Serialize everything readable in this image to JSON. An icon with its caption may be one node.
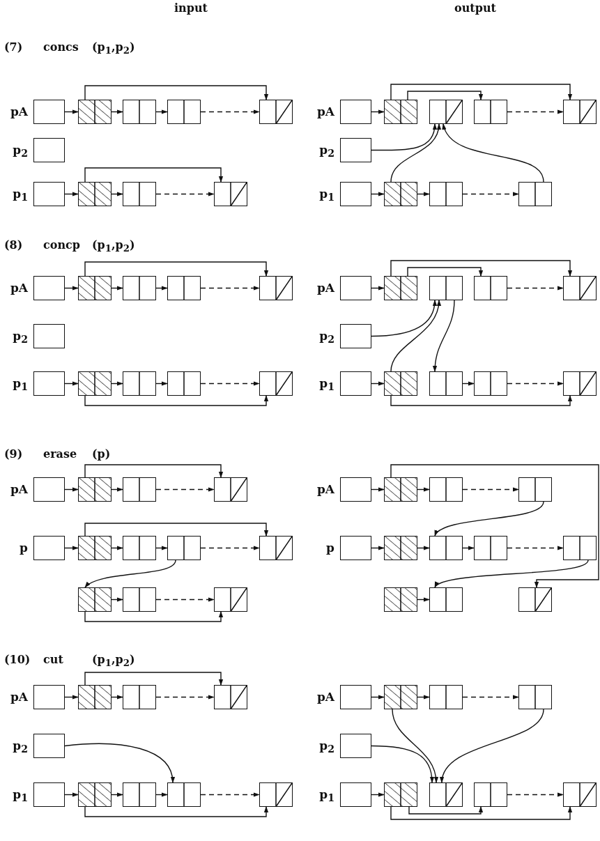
{
  "diagram": {
    "nodes": [
      {
        "text": [],
        "shape": "box",
        "beside": [
          "pA"
        ]
      },
      {
        "text": [],
        "shape": "box"
      },
      {
        "text": [],
        "shape": "box"
      },
      {
        "text": [],
        "shape": "box"
      },
      {
        "text": [],
        "shape": "box"
      },
      {
        "text": [],
        "shape": "box",
        "beside": [
          "p$_{2}$"
        ]
      },
      {
        "text": [],
        "shape": "box",
        "beside": [
          "p$_{1}$"
        ]
      },
      {
        "text": [],
        "shape": "box"
      },
      {
        "text": [],
        "shape": "box"
      },
      {
        "text": [],
        "shape": "box"
      },
      {
        "text": [],
        "shape": "box",
        "beside": [
          "pA"
        ]
      },
      {
        "text": [],
        "shape": "box"
      },
      {
        "text": [],
        "shape": "box"
      },
      {
        "text": [],
        "shape": "box"
      },
      {
        "text": [],
        "shape": "box"
      },
      {
        "text": [],
        "shape": "box",
        "beside": [
          "p$_{2}$"
        ]
      },
      {
        "text": [],
        "shape": "box",
        "beside": [
          "p$_{1}$"
        ]
      },
      {
        "text": [],
        "shape": "box"
      },
      {
        "text": [],
        "shape": "box"
      },
      {
        "text": [],
        "shape": "box"
      },
      {
        "text": [],
        "shape": "box",
        "beside": [
          "pA"
        ]
      },
      {
        "text": [],
        "shape": "box"
      },
      {
        "text": [],
        "shape": "box"
      },
      {
        "text": [],
        "shape": "box"
      },
      {
        "text": [],
        "shape": "box"
      },
      {
        "text": [],
        "shape": "box",
        "beside": [
          "p$_{2}$"
        ]
      },
      {
        "text": [],
        "shape": "box",
        "beside": [
          "p$_{1}$"
        ]
      },
      {
        "text": [],
        "shape": "box"
      },
      {
        "text": [],
        "shape": "box"
      },
      {
        "text": [],
        "shape": "box"
      },
      {
        "text": [],
        "shape": "box"
      },
      {
        "text": [],
        "shape": "box",
        "beside": [
          "pA"
        ]
      },
      {
        "text": [],
        "shape": "box"
      },
      {
        "text": [],
        "shape": "box"
      },
      {
        "text": [],
        "shape": "box"
      },
      {
        "text": [],
        "shape": "box"
      },
      {
        "text": [],
        "shape": "box",
        "beside": [
          "p$_{2}$"
        ]
      },
      {
        "text": [],
        "shape": "box",
        "beside": [
          "p$_{1}$"
        ]
      },
      {
        "text": [],
        "shape": "box"
      },
      {
        "text": [],
        "shape": "box"
      },
      {
        "text": [],
        "shape": "box"
      },
      {
        "text": [],
        "shape": "box"
      },
      {
        "text": [],
        "shape": "box",
        "beside": [
          "pA"
        ]
      },
      {
        "text": [],
        "shape": "box"
      },
      {
        "text": [],
        "shape": "box"
      },
      {
        "text": [],
        "shape": "box"
      },
      {
        "text": [],
        "shape": "box",
        "beside": [
          "p"
        ]
      },
      {
        "text": [],
        "shape": "box"
      },
      {
        "text": [],
        "shape": "box"
      },
      {
        "text": [],
        "shape": "box"
      },
      {
        "text": [],
        "shape": "box"
      },
      {
        "text": [],
        "shape": "box"
      },
      {
        "text": [],
        "shape": "box"
      },
      {
        "text": [],
        "shape": "box"
      },
      {
        "text": [],
        "shape": "box",
        "beside": [
          "pA"
        ]
      },
      {
        "text": [],
        "shape": "box"
      },
      {
        "text": [],
        "shape": "box"
      },
      {
        "text": [],
        "shape": "box"
      },
      {
        "text": [],
        "shape": "box",
        "beside": [
          "p"
        ]
      },
      {
        "text": [],
        "shape": "box"
      },
      {
        "text": [],
        "shape": "box"
      },
      {
        "text": [],
        "shape": "box"
      },
      {
        "text": [],
        "shape": "box"
      },
      {
        "text": [],
        "shape": "box"
      },
      {
        "text": [],
        "shape": "box"
      },
      {
        "text": [],
        "shape": "box"
      },
      {
        "text": [],
        "shape": "box",
        "beside": [
          "pA"
        ]
      },
      {
        "text": [],
        "shape": "box"
      },
      {
        "text": [],
        "shape": "box"
      },
      {
        "text": [],
        "shape": "box"
      },
      {
        "text": [],
        "shape": "box",
        "beside": [
          "p$_{2}$"
        ]
      },
      {
        "text": [],
        "shape": "box",
        "beside": [
          "p$_{1}$"
        ]
      },
      {
        "text": [],
        "shape": "box"
      },
      {
        "text": [],
        "shape": "box"
      },
      {
        "text": [],
        "shape": "box"
      },
      {
        "text": [],
        "shape": "box"
      },
      {
        "text": [],
        "shape": "box",
        "beside": [
          "pA"
        ]
      },
      {
        "text": [],
        "shape": "box"
      },
      {
        "text": [],
        "shape": "box"
      },
      {
        "text": [],
        "shape": "box"
      },
      {
        "text": [],
        "shape": "box",
        "beside": [
          "p$_{2}$"
        ]
      },
      {
        "text": [],
        "shape": "box",
        "beside": [
          "p$_{1}$"
        ]
      },
      {
        "text": [],
        "shape": "box"
      },
      {
        "text": [],
        "shape": "box"
      },
      {
        "text": [],
        "shape": "box"
      },
      {
        "text": [],
        "shape": "box"
      }
    ],
    "edges": [
      {
        "from": 0,
        "to": 1,
        "arrow": "to"
      },
      {
        "from": 1,
        "to": 2,
        "arrow": "to"
      },
      {
        "from": 2,
        "to": 3,
        "arrow": "to"
      },
      {
        "from": 3,
        "to": 4,
        "arrow": "to",
        "style": "dashed"
      },
      {
        "from": 1,
        "to": 4,
        "arrow": "to"
      },
      {
        "from": 6,
        "to": 7,
        "arrow": "to"
      },
      {
        "from": 7,
        "to": 8,
        "arrow": "to"
      },
      {
        "from": 8,
        "to": 9,
        "arrow": "to",
        "style": "dashed"
      },
      {
        "from": 7,
        "to": 9,
        "arrow": "to"
      },
      {
        "from": 10,
        "to": 11,
        "arrow": "to"
      },
      {
        "from": 11,
        "to": 14,
        "arrow": "to"
      },
      {
        "from": 11,
        "to": 13,
        "arrow": "to"
      },
      {
        "from": 13,
        "to": 14,
        "arrow": "to",
        "style": "dashed"
      },
      {
        "from": 15,
        "to": 12,
        "arrow": "to"
      },
      {
        "from": 16,
        "to": 17,
        "arrow": "to"
      },
      {
        "from": 17,
        "to": 18,
        "arrow": "to"
      },
      {
        "from": 18,
        "to": 19,
        "arrow": "to",
        "style": "dashed"
      },
      {
        "from": 17,
        "to": 12,
        "arrow": "to"
      },
      {
        "from": 19,
        "to": 12,
        "arrow": "to"
      },
      {
        "from": 20,
        "to": 21,
        "arrow": "to"
      },
      {
        "from": 21,
        "to": 22,
        "arrow": "to"
      },
      {
        "from": 22,
        "to": 23,
        "arrow": "to"
      },
      {
        "from": 23,
        "to": 24,
        "arrow": "to",
        "style": "dashed"
      },
      {
        "from": 21,
        "to": 24,
        "arrow": "to"
      },
      {
        "from": 26,
        "to": 27,
        "arrow": "to"
      },
      {
        "from": 27,
        "to": 28,
        "arrow": "to"
      },
      {
        "from": 28,
        "to": 29,
        "arrow": "to"
      },
      {
        "from": 29,
        "to": 30,
        "arrow": "to",
        "style": "dashed"
      },
      {
        "from": 27,
        "to": 30,
        "arrow": "to"
      },
      {
        "from": 31,
        "to": 32,
        "arrow": "to"
      },
      {
        "from": 32,
        "to": 35,
        "arrow": "to"
      },
      {
        "from": 32,
        "to": 34,
        "arrow": "to"
      },
      {
        "from": 34,
        "to": 35,
        "arrow": "to",
        "style": "dashed"
      },
      {
        "from": 36,
        "to": 33,
        "arrow": "to"
      },
      {
        "from": 38,
        "to": 33,
        "arrow": "to"
      },
      {
        "from": 33,
        "to": 39,
        "arrow": "to"
      },
      {
        "from": 37,
        "to": 38,
        "arrow": "to"
      },
      {
        "from": 39,
        "to": 40,
        "arrow": "to"
      },
      {
        "from": 40,
        "to": 41,
        "arrow": "to",
        "style": "dashed"
      },
      {
        "from": 38,
        "to": 41,
        "arrow": "to"
      },
      {
        "from": 42,
        "to": 43,
        "arrow": "to"
      },
      {
        "from": 43,
        "to": 44,
        "arrow": "to"
      },
      {
        "from": 44,
        "to": 45,
        "arrow": "to",
        "style": "dashed"
      },
      {
        "from": 43,
        "to": 45,
        "arrow": "to"
      },
      {
        "from": 46,
        "to": 47,
        "arrow": "to"
      },
      {
        "from": 47,
        "to": 48,
        "arrow": "to"
      },
      {
        "from": 48,
        "to": 49,
        "arrow": "to"
      },
      {
        "from": 49,
        "to": 50,
        "arrow": "to",
        "style": "dashed"
      },
      {
        "from": 47,
        "to": 50,
        "arrow": "to"
      },
      {
        "from": 49,
        "to": 51,
        "arrow": "to"
      },
      {
        "from": 51,
        "to": 52,
        "arrow": "to"
      },
      {
        "from": 52,
        "to": 53,
        "arrow": "to",
        "style": "dashed"
      },
      {
        "from": 51,
        "to": 53,
        "arrow": "to"
      },
      {
        "from": 54,
        "to": 55,
        "arrow": "to"
      },
      {
        "from": 55,
        "to": 56,
        "arrow": "to"
      },
      {
        "from": 56,
        "to": 57,
        "arrow": "to",
        "style": "dashed"
      },
      {
        "from": 55,
        "to": 65,
        "arrow": "to"
      },
      {
        "from": 57,
        "to": 60,
        "arrow": "to"
      },
      {
        "from": 58,
        "to": 59,
        "arrow": "to"
      },
      {
        "from": 59,
        "to": 60,
        "arrow": "to"
      },
      {
        "from": 60,
        "to": 61,
        "arrow": "to"
      },
      {
        "from": 61,
        "to": 62,
        "arrow": "to",
        "style": "dashed"
      },
      {
        "from": 62,
        "to": 64,
        "arrow": "to"
      },
      {
        "from": 63,
        "to": 64,
        "arrow": "to"
      },
      {
        "from": 66,
        "to": 67,
        "arrow": "to"
      },
      {
        "from": 67,
        "to": 68,
        "arrow": "to"
      },
      {
        "from": 68,
        "to": 69,
        "arrow": "to",
        "style": "dashed"
      },
      {
        "from": 67,
        "to": 69,
        "arrow": "to"
      },
      {
        "from": 70,
        "to": 74,
        "arrow": "to"
      },
      {
        "from": 71,
        "to": 72,
        "arrow": "to"
      },
      {
        "from": 72,
        "to": 73,
        "arrow": "to"
      },
      {
        "from": 73,
        "to": 74,
        "arrow": "to"
      },
      {
        "from": 74,
        "to": 75,
        "arrow": "to",
        "style": "dashed"
      },
      {
        "from": 72,
        "to": 75,
        "arrow": "to"
      },
      {
        "from": 76,
        "to": 77,
        "arrow": "to"
      },
      {
        "from": 77,
        "to": 78,
        "arrow": "to"
      },
      {
        "from": 78,
        "to": 79,
        "arrow": "to",
        "style": "dashed"
      },
      {
        "from": 77,
        "to": 83,
        "arrow": "to"
      },
      {
        "from": 79,
        "to": 83,
        "arrow": "to"
      },
      {
        "from": 80,
        "to": 83,
        "arrow": "to"
      },
      {
        "from": 81,
        "to": 82,
        "arrow": "to"
      },
      {
        "from": 82,
        "to": 85,
        "arrow": "to"
      },
      {
        "from": 82,
        "to": 84,
        "arrow": "to"
      },
      {
        "from": 84,
        "to": 85,
        "arrow": "to",
        "style": "dashed"
      }
    ],
    "labels": [
      "input",
      "output",
      "(7)",
      "concs",
      "(p$_{1}$,p$_{2}$)",
      "(8)",
      "concp",
      "(p$_{1}$,p$_{2}$)",
      "(9)",
      "erase",
      "(p)",
      "(10)",
      "cut",
      "(p$_{1}$,p$_{2}$)"
    ]
  }
}
